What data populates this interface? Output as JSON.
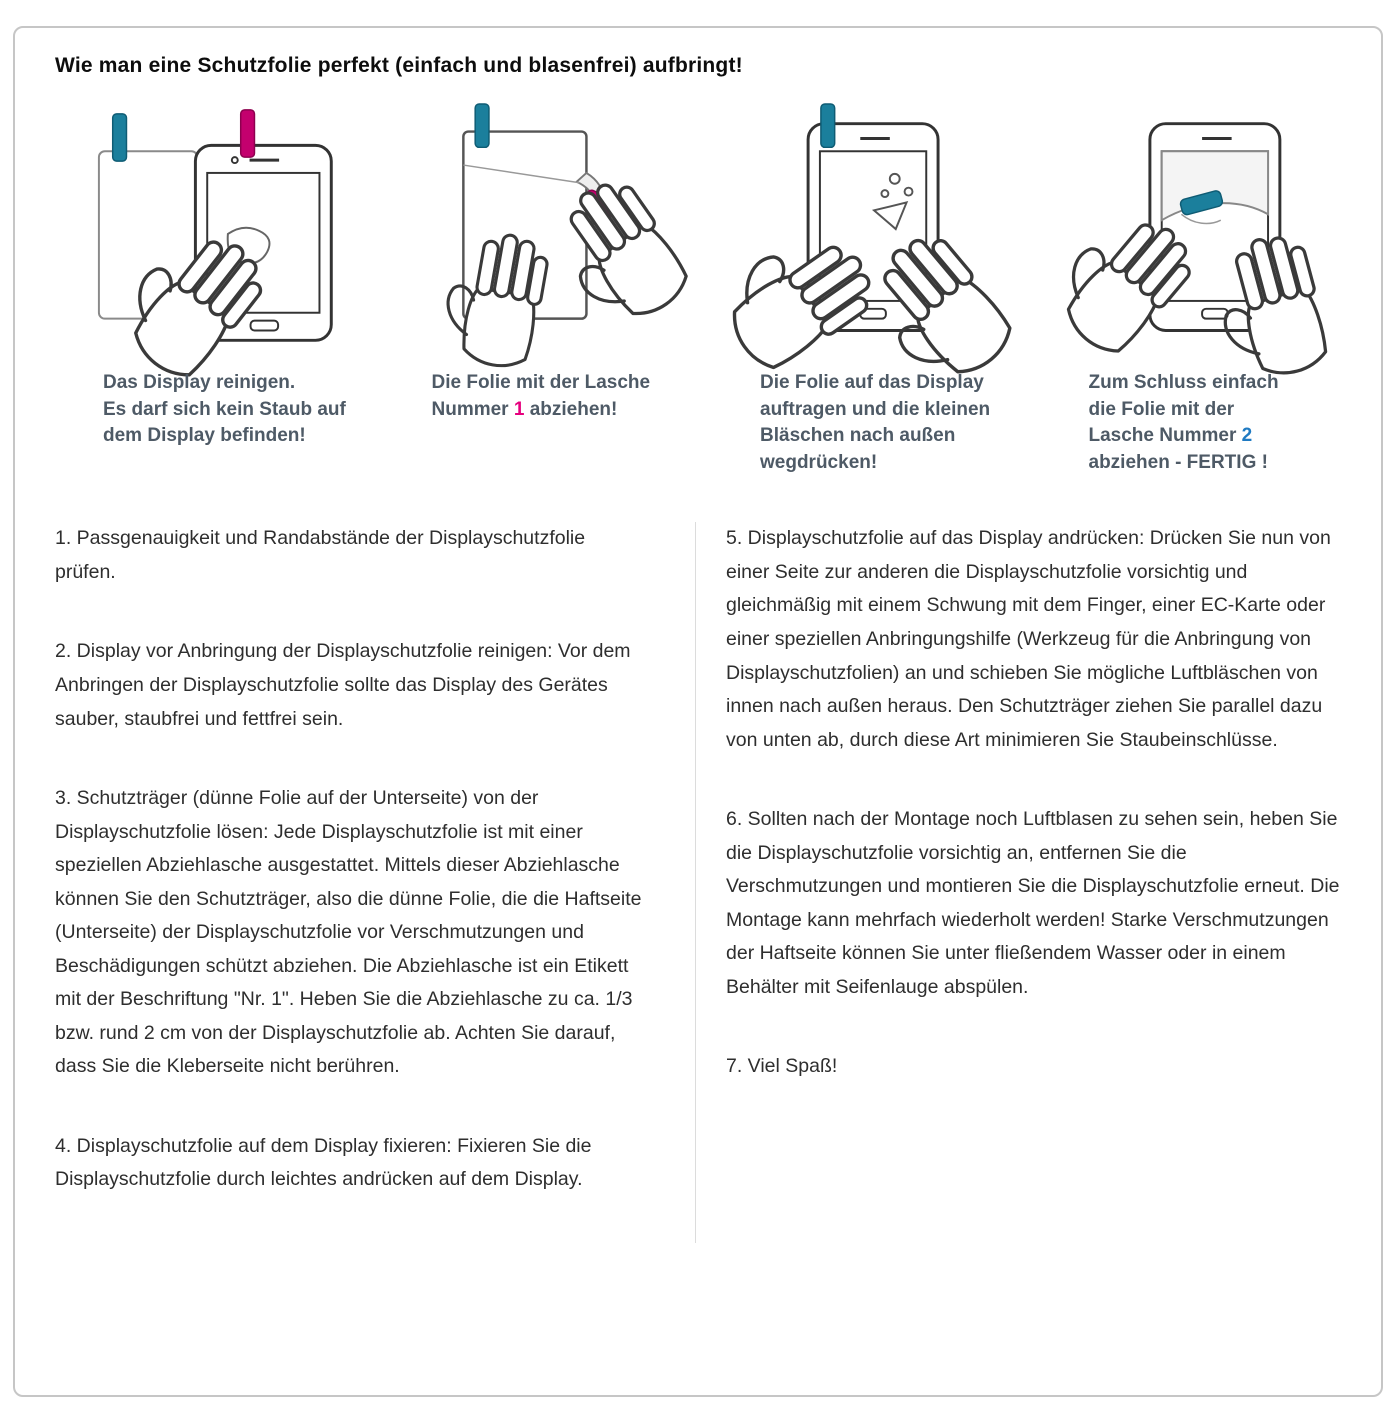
{
  "page": {
    "title": "Wie man eine Schutzfolie perfekt (einfach und blasenfrei) aufbringt!"
  },
  "colors": {
    "tab_teal": "#1b7f9c",
    "tab_magenta": "#c4006e",
    "number_magenta": "#e6007e",
    "number_blue": "#1f7ac2",
    "caption_text": "#4e5a66",
    "body_text": "#2e2e2e",
    "frame_border": "#c6c6c6"
  },
  "steps": [
    {
      "icon": "hand-cleaning-phone-illustration",
      "caption": "Das Display reinigen.\nEs darf sich kein Staub auf\ndem Display befinden!"
    },
    {
      "icon": "peeling-tab-1-illustration",
      "caption_before": "Die Folie mit der Lasche\nNummer ",
      "caption_number": "1",
      "caption_after": " abziehen!"
    },
    {
      "icon": "pressing-out-bubbles-illustration",
      "caption": "Die Folie auf das Display\nauftragen und die kleinen\nBläschen nach außen\nwegdrücken!"
    },
    {
      "icon": "peeling-tab-2-illustration",
      "caption_before": "Zum Schluss einfach\ndie Folie mit der\nLasche Nummer ",
      "caption_number": "2",
      "caption_after": "\nabziehen - FERTIG !"
    }
  ],
  "instructions": {
    "left": [
      "1. Passgenauigkeit und Randabstände der Displayschutzfolie prüfen.",
      "2. Display vor Anbringung der Displayschutzfolie reinigen: Vor dem Anbringen der Displayschutzfolie sollte das Display des Gerätes sauber, staubfrei und fettfrei sein.",
      "3. Schutzträger (dünne Folie auf der Unterseite) von der Displayschutzfolie lösen: Jede Displayschutzfolie ist mit einer speziellen Abziehlasche ausgestattet. Mittels dieser Abziehlasche können Sie den Schutzträger, also die dünne Folie, die die Haftseite (Unterseite) der Displayschutzfolie vor Verschmutzungen und Beschädigungen schützt abziehen. Die Abziehlasche ist ein Etikett mit der Beschriftung \"Nr. 1\". Heben Sie die Abziehlasche zu ca. 1/3 bzw. rund 2 cm von der Displayschutzfolie ab. Achten Sie darauf, dass Sie die Kleberseite nicht berühren.",
      "4. Displayschutzfolie auf dem Display fixieren: Fixieren Sie die Displayschutzfolie durch leichtes andrücken auf dem Display."
    ],
    "right": [
      "5. Displayschutzfolie auf das Display andrücken: Drücken Sie nun von einer Seite zur anderen die Displayschutzfolie vorsichtig und gleichmäßig mit einem Schwung mit dem Finger, einer EC-Karte oder einer speziellen Anbringungshilfe (Werkzeug für die Anbringung von Displayschutzfolien) an und schieben Sie mögliche Luftbläschen von innen nach außen heraus. Den Schutzträger ziehen Sie parallel dazu von unten ab, durch diese Art minimieren Sie Staubeinschlüsse.",
      "6. Sollten nach der Montage noch Luftblasen zu sehen sein, heben Sie die Displayschutzfolie vorsichtig an, entfernen Sie die Verschmutzungen und montieren Sie die Displayschutzfolie erneut. Die Montage kann mehrfach wiederholt werden! Starke Verschmutzungen der Haftseite können Sie unter fließendem Wasser oder in einem Behälter mit Seifenlauge abspülen.",
      "7. Viel Spaß!"
    ]
  }
}
